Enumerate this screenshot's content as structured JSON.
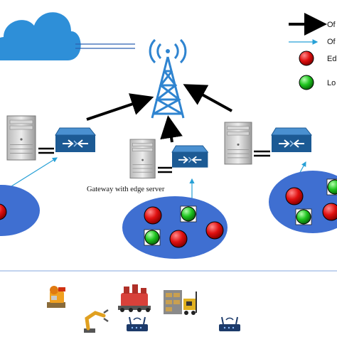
{
  "gateway_label": "Gateway with edge server",
  "legend": {
    "offload_cloud": "Of",
    "offload_edge": "Of",
    "edge_task": "Edg",
    "local_task": "Lo"
  },
  "colors": {
    "cloud": "#2e8fd8",
    "router_dark": "#1c5a94",
    "router_light": "#4a90d0",
    "tower": "#2f84d0",
    "cluster": "#3f6fd1",
    "red_node": "#e01010",
    "green_node": "#1ec41e",
    "thin_arrow": "#27a0d6",
    "divider": "#9eb9e3"
  },
  "icons": [
    "cloud-icon",
    "cell-tower-icon",
    "server-icon",
    "router-icon",
    "red-node-icon",
    "green-node-icon",
    "robot-arm-icon",
    "factory-machine-icon",
    "warehouse-icon",
    "wifi-router-icon"
  ]
}
